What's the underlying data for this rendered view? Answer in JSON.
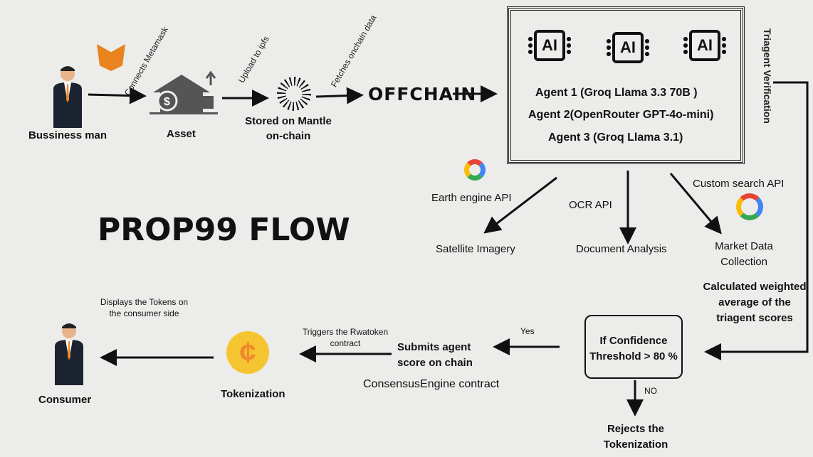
{
  "title": "PROP99 FLOW",
  "nodes": {
    "business": "Bussiness man",
    "asset": "Asset",
    "stored": "Stored on Mantle on-chain",
    "offchain": "Offchain",
    "agent1": "Agent 1 (Groq Llama 3.3 70B )",
    "agent2": "Agent 2(OpenRouter GPT-4o-mini)",
    "agent3": "Agent 3 (Groq Llama 3.1)",
    "ai": "AI",
    "earth": "Earth engine API",
    "satellite": "Satellite Imagery",
    "ocr": "OCR API",
    "document": "Document Analysis",
    "custom": "Custom search API",
    "market": "Market Data Collection",
    "weighted": "Calculated weighted average of the triagent scores",
    "threshold": "If Confidence Threshold > 80 %",
    "yes": "Yes",
    "no": "NO",
    "rejects": "Rejects the Tokenization",
    "submits": "Submits agent score on chain",
    "consensus": "ConsensusEngine contract",
    "triggers": "Triggers the Rwatoken contract",
    "tokenization": "Tokenization",
    "displays": "Displays the Tokens on the consumer side",
    "consumer": "Consumer"
  },
  "edges": {
    "connects": "Connects Metamask",
    "upload": "Upload to ipfs",
    "fetches": "Fetches onchain data",
    "triagent": "Triagent Verification"
  },
  "colors": {
    "coin": "#f5c531",
    "coin_symbol": "#f08a2c",
    "asset_icon": "#555555"
  }
}
